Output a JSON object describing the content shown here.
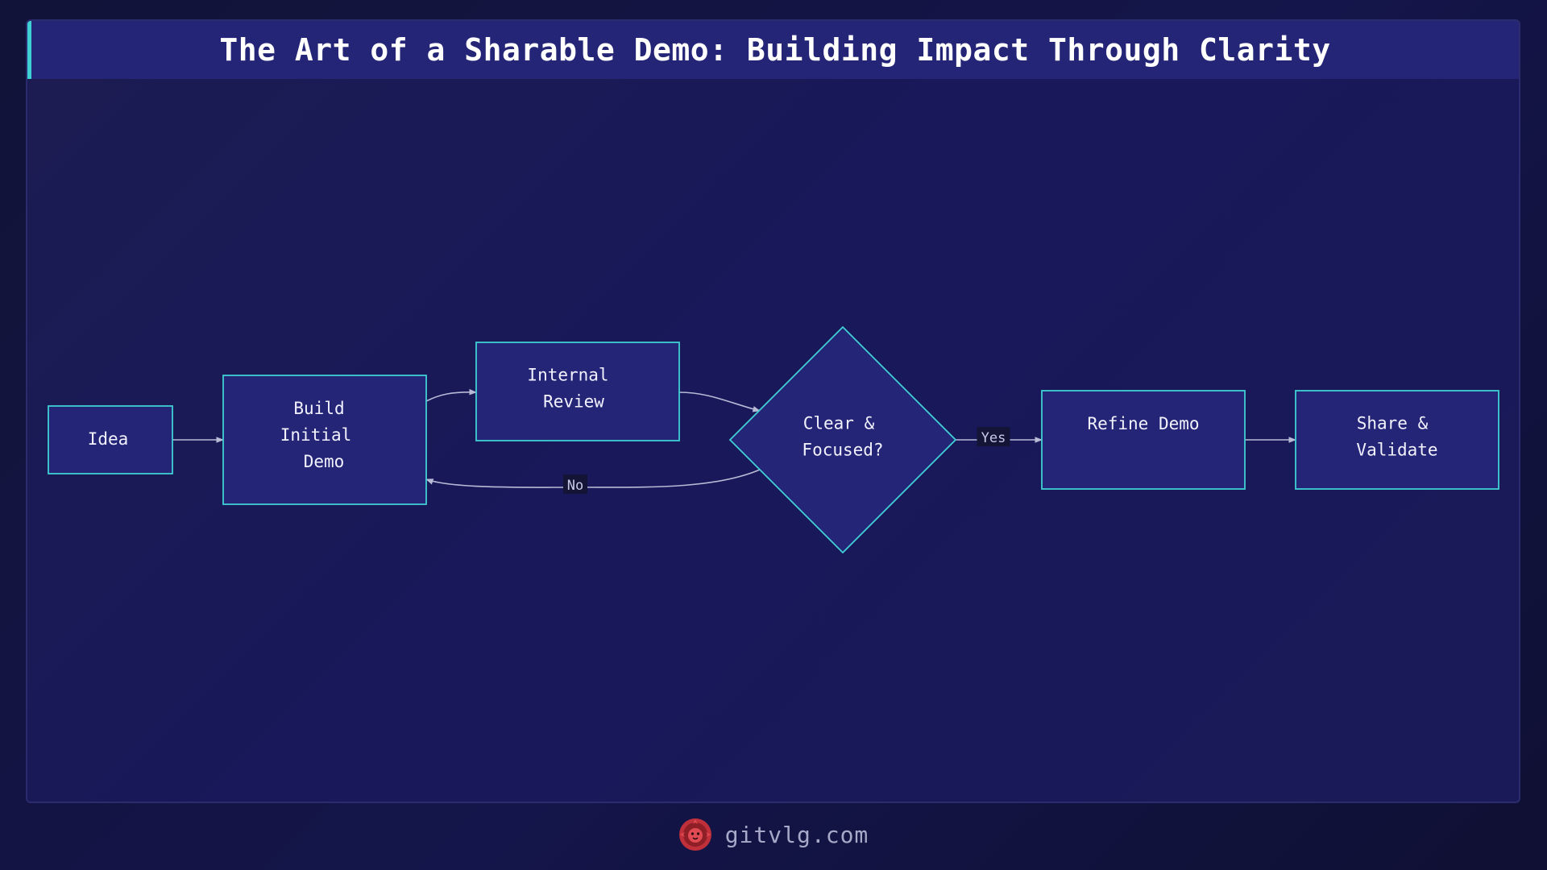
{
  "title": "The Art of a Sharable Demo: Building Impact Through Clarity",
  "colors": {
    "node_fill": "#242577",
    "node_stroke": "#3fd0d4",
    "edge": "#b8bad6",
    "title_accent": "#3fd0d4",
    "logo": "#c0303a"
  },
  "nodes": [
    {
      "id": "idea",
      "shape": "rect",
      "lines": [
        "Idea"
      ]
    },
    {
      "id": "build",
      "shape": "rect",
      "lines": [
        "Build",
        "Initial",
        "Demo"
      ]
    },
    {
      "id": "review",
      "shape": "rect",
      "lines": [
        "Internal",
        "Review"
      ]
    },
    {
      "id": "decision",
      "shape": "diamond",
      "lines": [
        "Clear &",
        "Focused?"
      ]
    },
    {
      "id": "refine",
      "shape": "rect",
      "lines": [
        "Refine Demo"
      ]
    },
    {
      "id": "share",
      "shape": "rect",
      "lines": [
        "Share &",
        "Validate"
      ]
    }
  ],
  "edges": [
    {
      "from": "idea",
      "to": "build",
      "label": ""
    },
    {
      "from": "build",
      "to": "review",
      "label": ""
    },
    {
      "from": "review",
      "to": "decision",
      "label": ""
    },
    {
      "from": "decision",
      "to": "refine",
      "label": "Yes"
    },
    {
      "from": "decision",
      "to": "build",
      "label": "No"
    },
    {
      "from": "refine",
      "to": "share",
      "label": ""
    }
  ],
  "footer": {
    "logo_icon": "lion-head-icon",
    "site": "gitvlg.com"
  }
}
